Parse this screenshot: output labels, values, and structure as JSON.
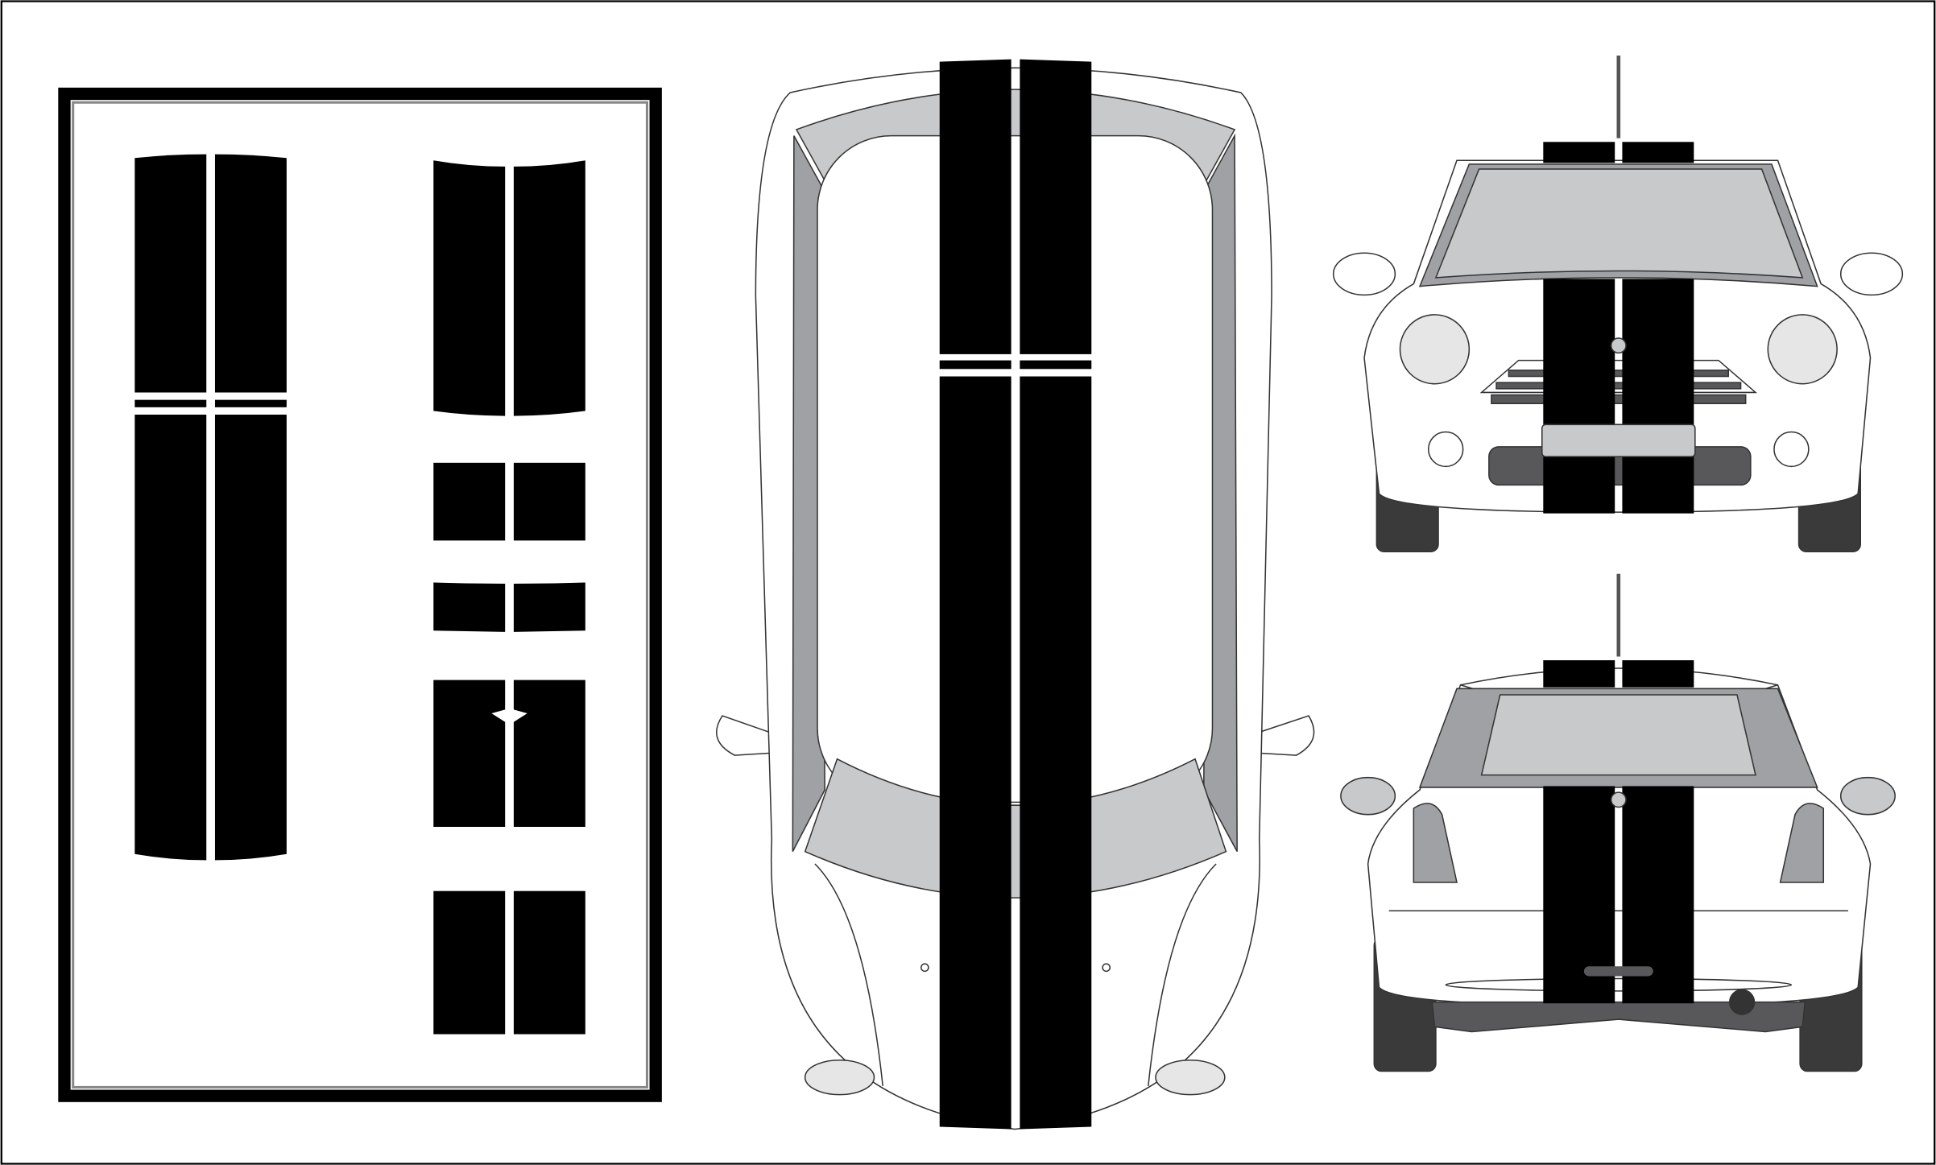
{
  "colors": {
    "stripe": "#000000",
    "body": "#ffffff",
    "glass_light": "#c8c9cb",
    "glass_dark": "#a0a1a4",
    "trim_dark": "#58585a",
    "tire": "#3a3a3a",
    "outline": "#333333"
  },
  "views": [
    "stripe-kit-layout",
    "top-view",
    "front-view",
    "rear-view"
  ]
}
